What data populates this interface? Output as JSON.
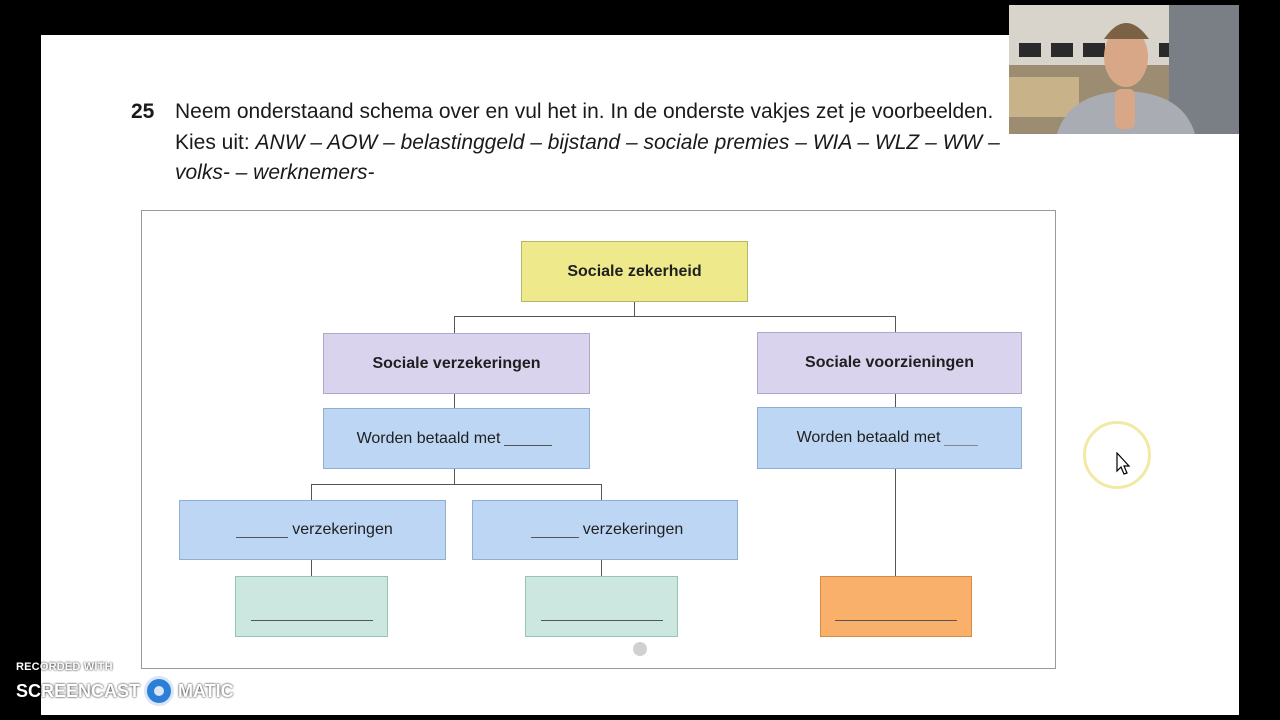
{
  "question": {
    "number": "25",
    "text": "Neem onderstaand schema over en vul het in. In de onderste vakjes zet je voorbeelden. Kies uit:",
    "options": "ANW – AOW – belastinggeld – bijstand – sociale premies – WIA – WLZ – WW – volks- – werknemers-"
  },
  "schema": {
    "root": "Sociale zekerheid",
    "left_branch": "Sociale verzekeringen",
    "right_branch": "Sociale voorzieningen",
    "left_paid": "Worden betaald met",
    "right_paid": "Worden betaald met",
    "left_sub": "verzekeringen",
    "right_sub": "verzekeringen"
  },
  "watermark": {
    "recorded": "RECORDED WITH",
    "brand_left": "SCREENCAST",
    "brand_right": "MATIC"
  },
  "colors": {
    "yellow": "#eeea8c",
    "purple": "#d9d3ee",
    "blue": "#bcd6f3",
    "green": "#cbe7e0",
    "orange": "#f8b06b"
  }
}
